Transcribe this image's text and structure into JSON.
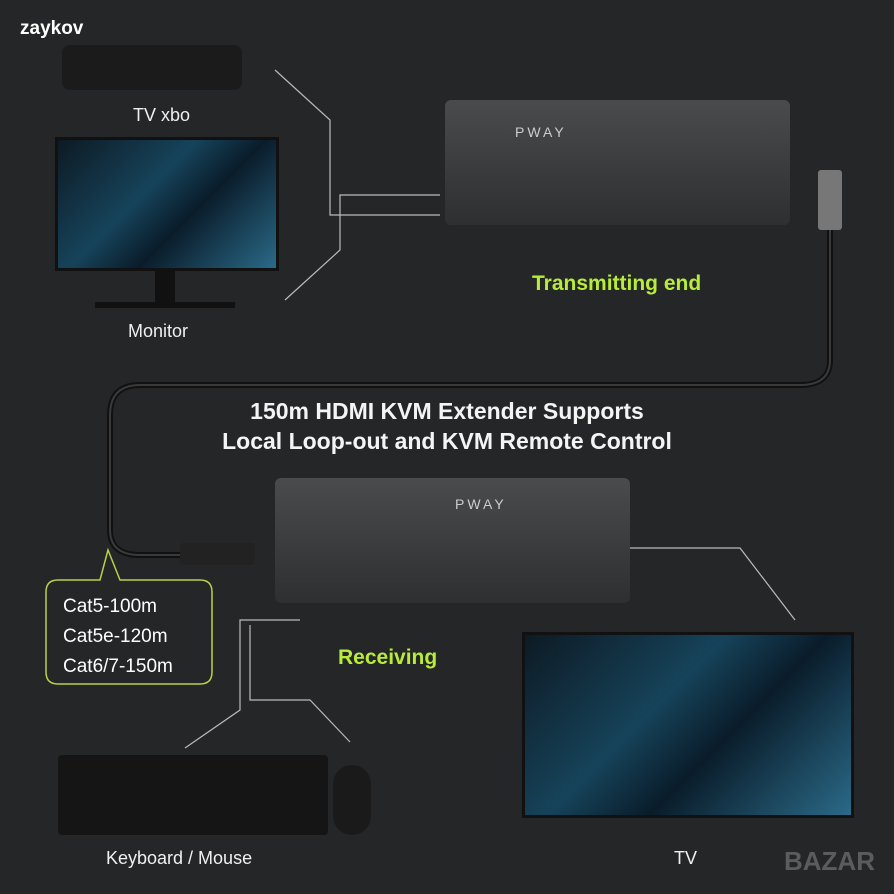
{
  "watermark_user": "zaykov",
  "devices": {
    "tv_box": "TV xbo",
    "monitor": "Monitor",
    "keyboard_mouse": "Keyboard / Mouse",
    "tv": "TV"
  },
  "transmitter": {
    "label": "Transmitting end",
    "brand": "PWAY"
  },
  "receiver": {
    "label": "Receiving",
    "brand": "PWAY"
  },
  "headline": [
    "150m HDMI KVM Extender Supports",
    "Local Loop-out and KVM Remote Control"
  ],
  "cable_specs": [
    "Cat5-100m",
    "Cat5e-120m",
    "Cat6/7-150m"
  ],
  "site_watermark": "BAZAR",
  "colors": {
    "accent": "#b8ec3a",
    "background": "#252627"
  }
}
